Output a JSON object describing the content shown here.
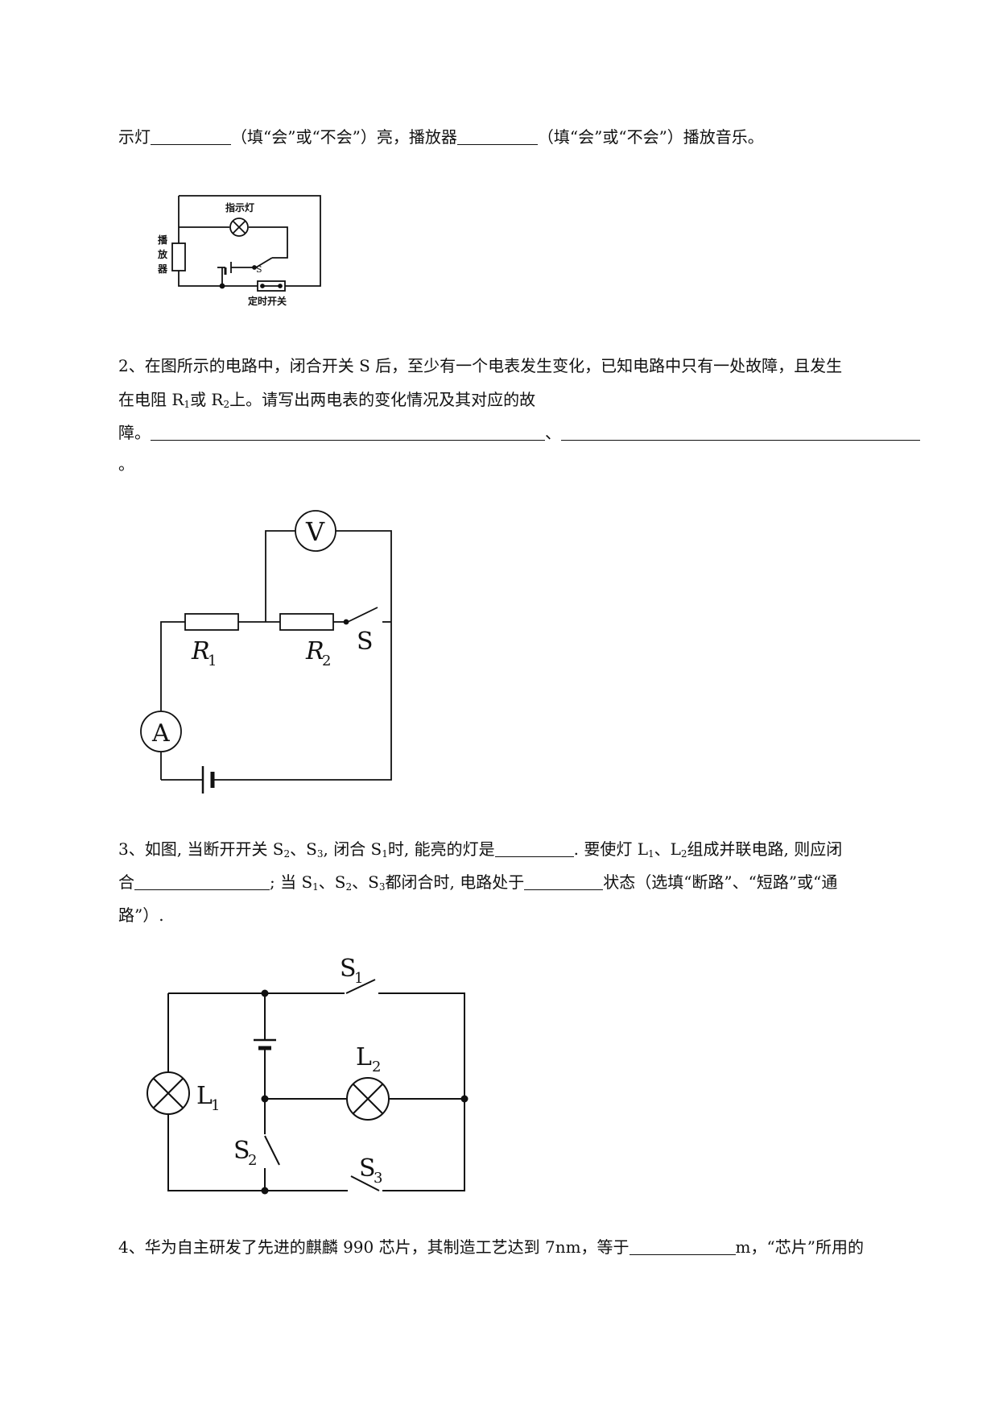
{
  "q1": {
    "line1": {
      "a": "示灯",
      "b": "（填“会”或“不会”）亮，播放器",
      "c": "（填“会”或“不会”）播放音乐。"
    },
    "figure": {
      "indicator_label": "指示灯",
      "player_label": [
        "播",
        "放",
        "器"
      ],
      "switch_label": "S",
      "timer_label": "定时开关"
    }
  },
  "q2": {
    "line1": "2、在图所示的电路中，闭合开关 S 后，至少有一个电表发生变化，已知电路中只有一处故障，且发生",
    "line2": {
      "a": "在电阻 R",
      "a_sub": "1",
      "b": "或 R",
      "b_sub": "2",
      "c": "上。请写出两电表的变化情况及其对应的故"
    },
    "line3": {
      "a": "障。",
      "b": "、"
    },
    "line4": "。",
    "figure": {
      "voltmeter": "V",
      "ammeter": "A",
      "r1": "R",
      "r1_sub": "1",
      "r2": "R",
      "r2_sub": "2",
      "switch": "S"
    }
  },
  "q3": {
    "line1": {
      "a": "3、如图, 当断开开关 S",
      "s2": "2",
      "b": "、S",
      "s3": "3",
      "c": ", 闭合 S",
      "s1": "1",
      "d": "时, 能亮的灯是",
      "e": ". 要使灯 L",
      "l1": "1",
      "f": "、L",
      "l2": "2",
      "g": "组成并联电路, 则应闭"
    },
    "line2": {
      "a": "合",
      "b": "; 当 S",
      "s1": "1",
      "c": "、S",
      "s2": "2",
      "d": "、S",
      "s3": "3",
      "e": "都闭合时, 电路处于",
      "f": "状态（选填“断路”、“短路”或“通"
    },
    "line3": "路”）.",
    "figure": {
      "s1": "S",
      "s1_sub": "1",
      "s2": "S",
      "s2_sub": "2",
      "s3": "S",
      "s3_sub": "3",
      "l1": "L",
      "l1_sub": "1",
      "l2": "L",
      "l2_sub": "2"
    }
  },
  "q4": {
    "line1": {
      "a": "4、华为自主研发了先进的麒麟 990 芯片，其制造工艺达到 7nm，等于",
      "b": "m，“芯片”所用的"
    }
  }
}
